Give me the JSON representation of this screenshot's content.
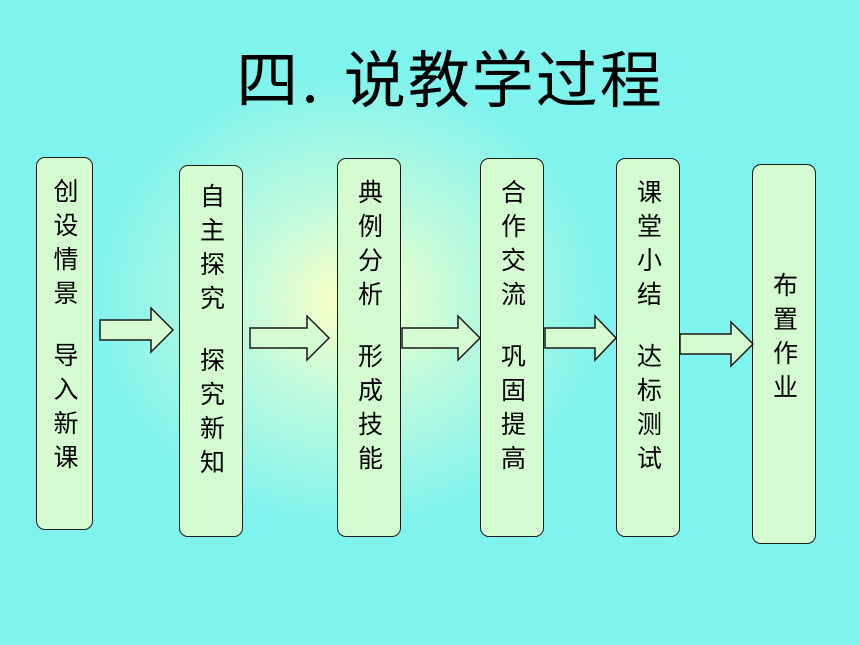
{
  "title": "四. 说教学过程",
  "steps": [
    {
      "line1": "创设情景",
      "line2": "导入新课"
    },
    {
      "line1": "自主探究",
      "line2": "探究新知"
    },
    {
      "line1": "典例分析",
      "line2": "形成技能"
    },
    {
      "line1": "合作交流",
      "line2": "巩固提高"
    },
    {
      "line1": "课堂小结",
      "line2": "达标测试"
    },
    {
      "line1": "布置作业"
    }
  ],
  "colors": {
    "background": "#7ff3ee",
    "box_fill": "#d5fcd0",
    "arrow_fill": "#d5fcd0",
    "stroke": "#1a1a1a"
  }
}
